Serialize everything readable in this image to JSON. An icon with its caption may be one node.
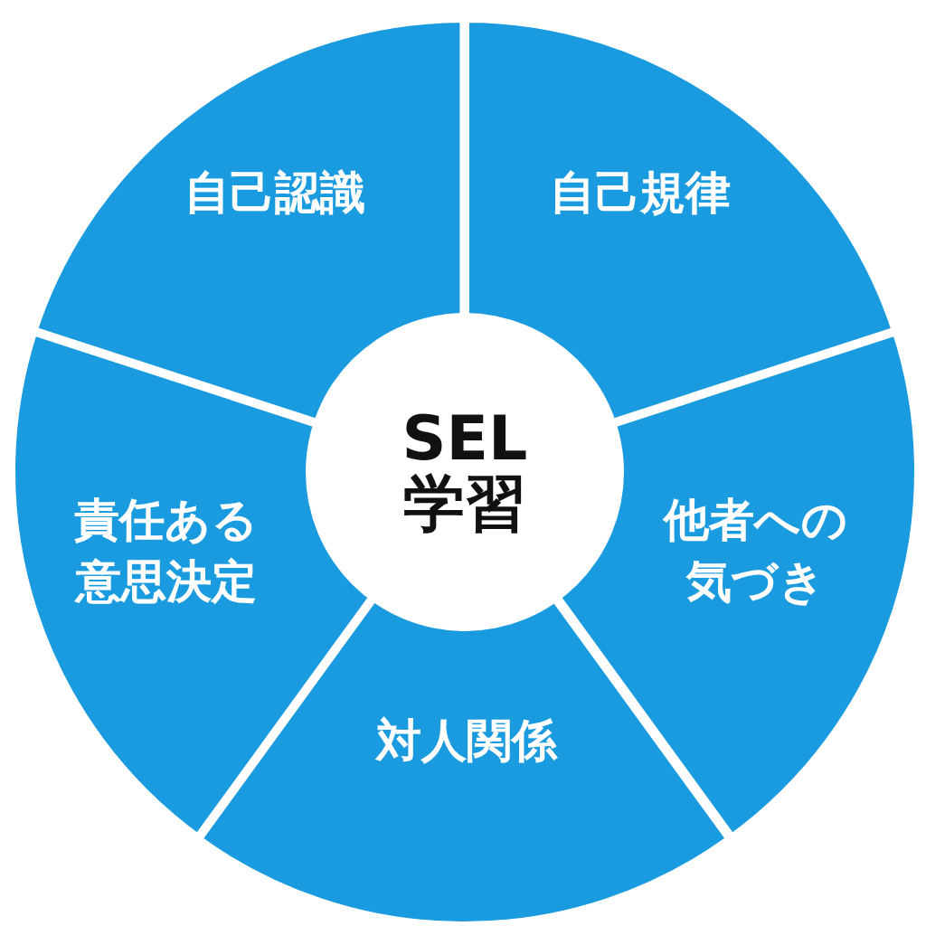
{
  "diagram": {
    "nodes": [
      {
        "text": [
          "自己認識"
        ]
      },
      {
        "text": [
          "自己規律"
        ]
      },
      {
        "text": [
          "他者への気づき"
        ]
      },
      {
        "text": [
          "対人関係"
        ]
      },
      {
        "text": [
          "責任ある意思決定"
        ]
      },
      {
        "text": [
          "SEL",
          "学習"
        ]
      }
    ]
  }
}
